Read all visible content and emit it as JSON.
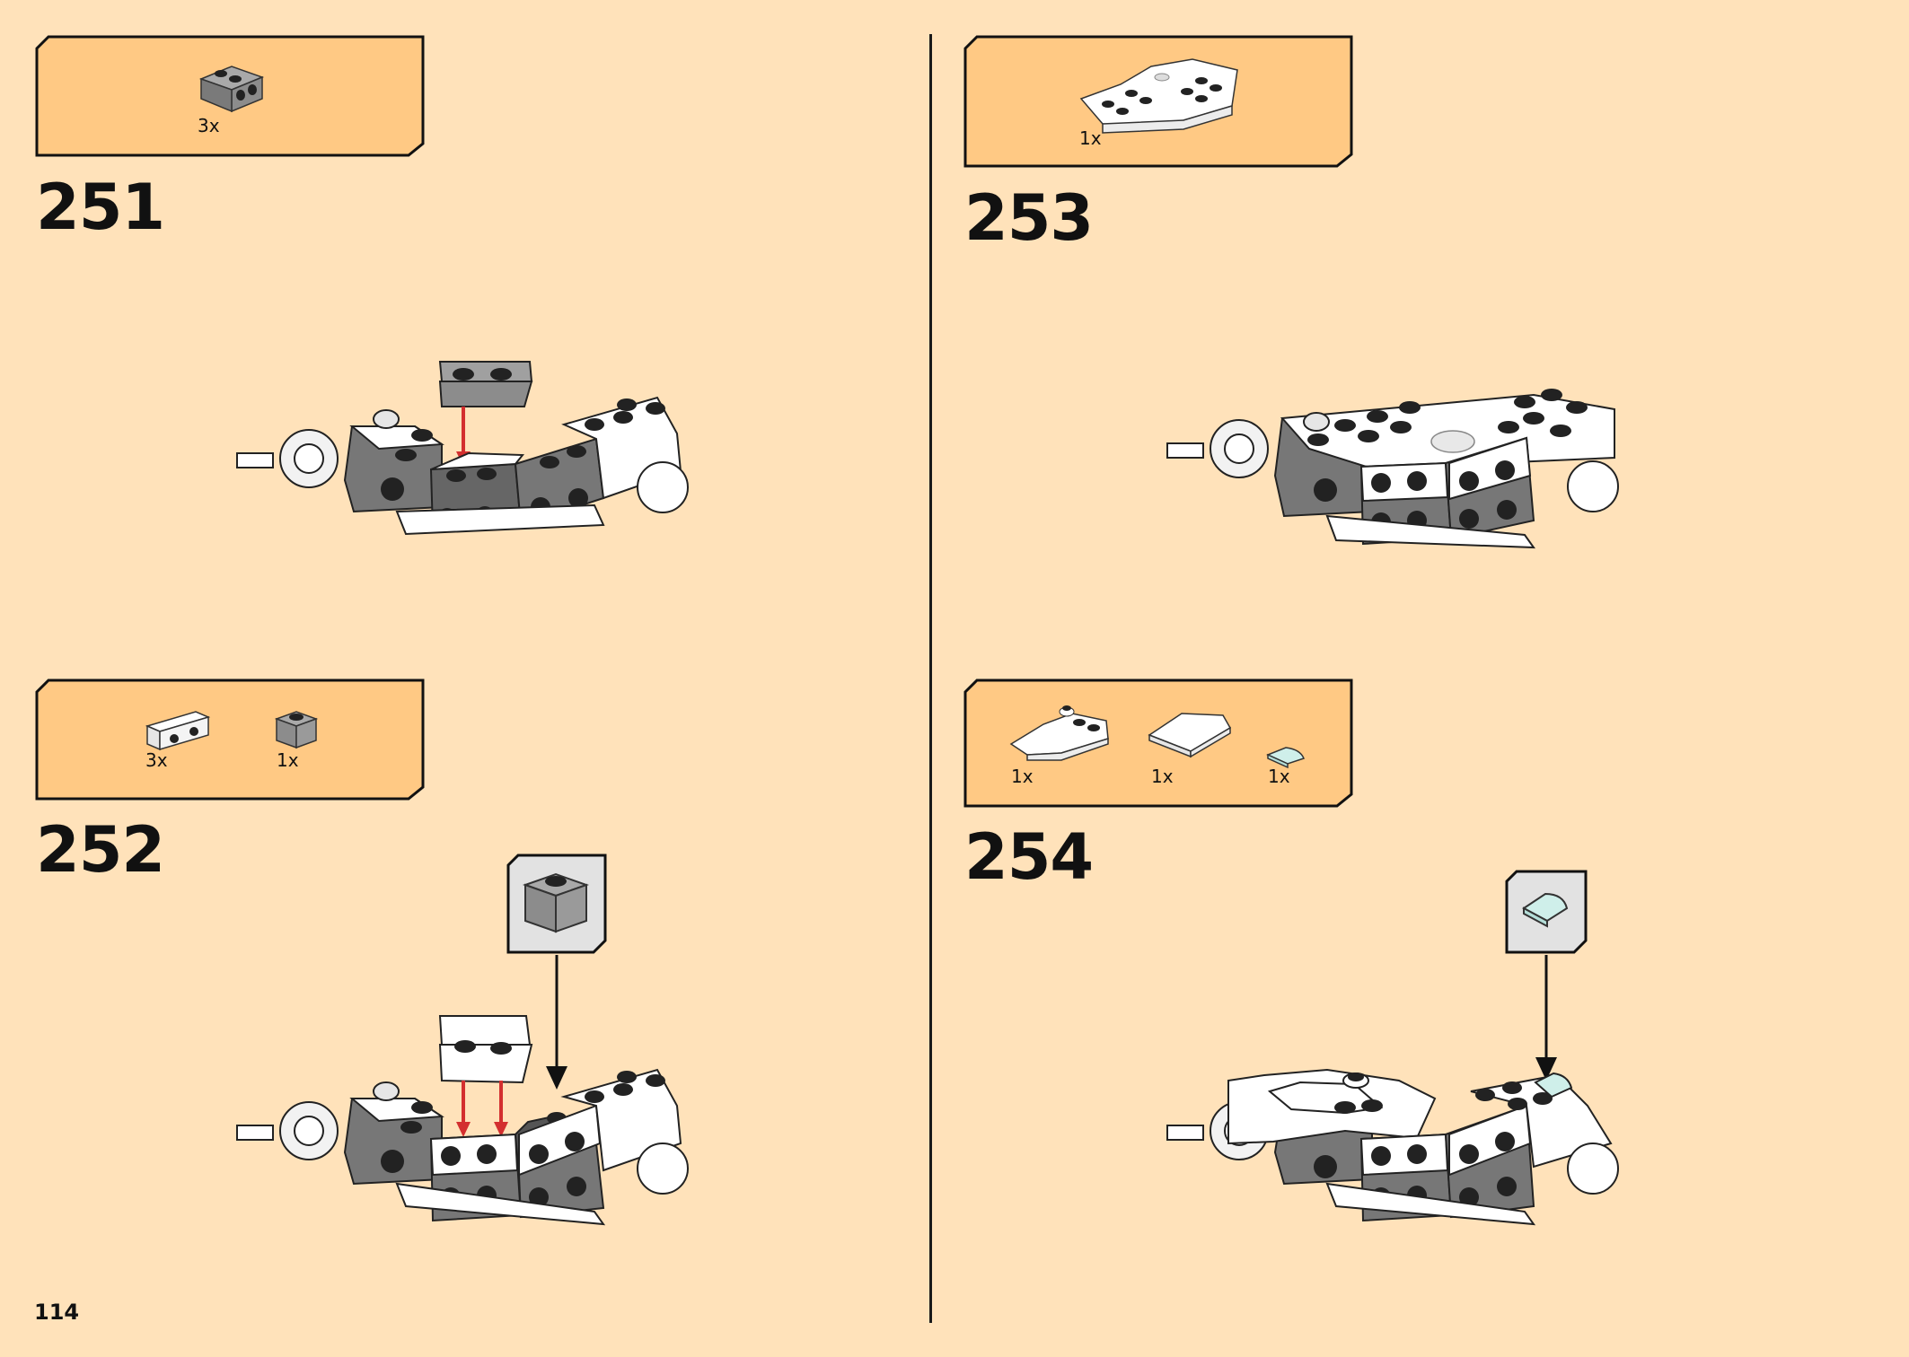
{
  "page": {
    "number": "114"
  },
  "steps": [
    {
      "number": "251",
      "parts": [
        {
          "qty": "3x",
          "icon": "gray-bracket-1x2-icon"
        }
      ]
    },
    {
      "number": "252",
      "parts": [
        {
          "qty": "3x",
          "icon": "white-bracket-1x2-icon"
        },
        {
          "qty": "1x",
          "icon": "gray-brick-1x1-icon"
        }
      ]
    },
    {
      "number": "253",
      "parts": [
        {
          "qty": "1x",
          "icon": "white-wedge-plate-icon"
        }
      ]
    },
    {
      "number": "254",
      "parts": [
        {
          "qty": "1x",
          "icon": "white-wedge-plate-studs-icon"
        },
        {
          "qty": "1x",
          "icon": "white-tile-wedge-icon"
        },
        {
          "qty": "1x",
          "icon": "light-aqua-quarter-tile-icon"
        }
      ]
    }
  ],
  "colors": {
    "background": "#FFE2BA",
    "parts_box": "#FFC984",
    "arrow_red": "#D32F2F",
    "brick_dark": "#555555",
    "brick_gray": "#8C8C8C",
    "brick_white": "#FFFFFF",
    "aqua": "#CFEFEA"
  }
}
